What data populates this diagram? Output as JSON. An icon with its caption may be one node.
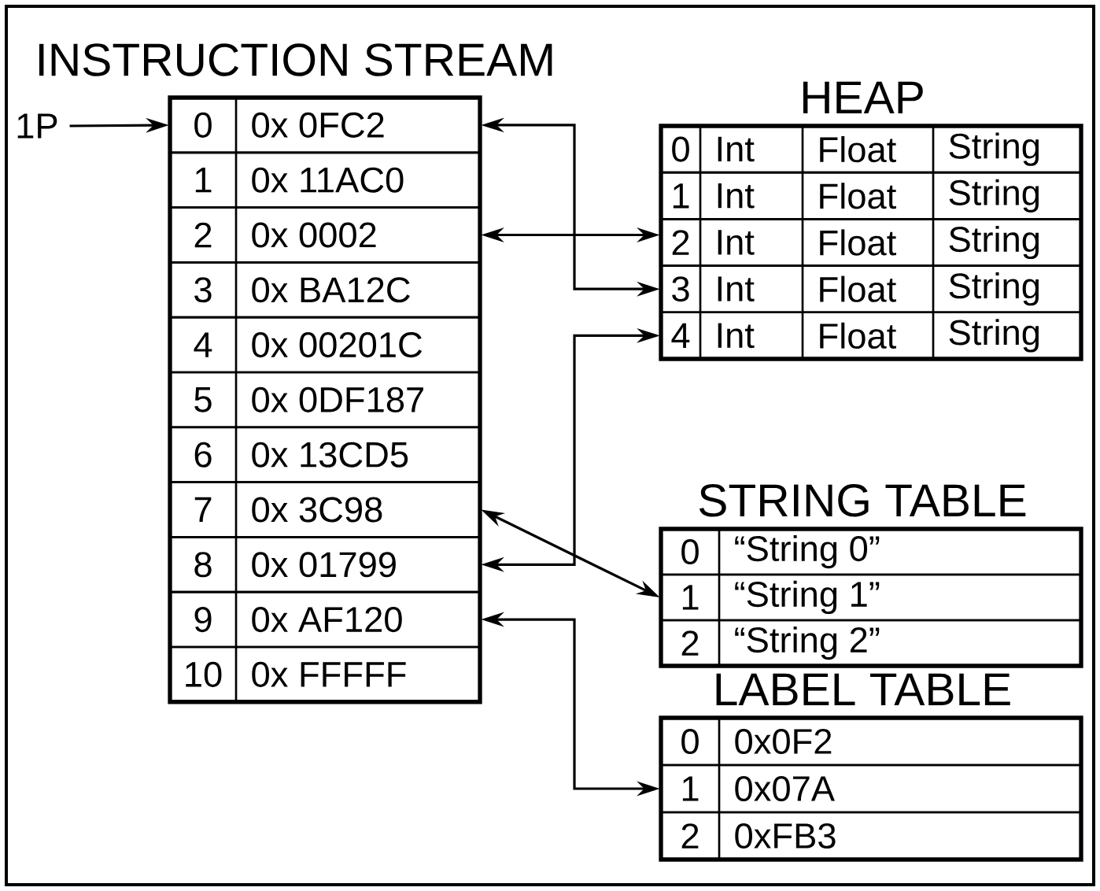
{
  "diagram": {
    "nodes": [
      {
        "text": [
          "INSTRUCTION STREAM"
        ]
      },
      {
        "text": [
          "0",
          "0x 0FC2"
        ],
        "in": 0
      },
      {
        "text": [
          "1",
          "0x 11AC0"
        ],
        "in": 0
      },
      {
        "text": [
          "2",
          "0x 0002"
        ],
        "in": 0
      },
      {
        "text": [
          "3",
          "0x BA12C"
        ],
        "in": 0
      },
      {
        "text": [
          "4",
          "0x 00201C"
        ],
        "in": 0
      },
      {
        "text": [
          "5",
          "0x 0DF187"
        ],
        "in": 0
      },
      {
        "text": [
          "6",
          "0x 13CD5"
        ],
        "in": 0
      },
      {
        "text": [
          "7",
          "0x 3C98"
        ],
        "in": 0
      },
      {
        "text": [
          "8",
          "0x 01799"
        ],
        "in": 0
      },
      {
        "text": [
          "9",
          "0x AF120"
        ],
        "in": 0
      },
      {
        "text": [
          "10",
          "0x FFFFF"
        ],
        "in": 0
      },
      {
        "text": [
          "1P"
        ]
      },
      {
        "text": [
          "HEAP"
        ]
      },
      {
        "text": [
          "0",
          "Int",
          "Float",
          "String"
        ],
        "in": 13
      },
      {
        "text": [
          "1",
          "Int",
          "Float",
          "String"
        ],
        "in": 13
      },
      {
        "text": [
          "2",
          "Int",
          "Float",
          "String"
        ],
        "in": 13
      },
      {
        "text": [
          "3",
          "Int",
          "Float",
          "String"
        ],
        "in": 13
      },
      {
        "text": [
          "4",
          "Int",
          "Float",
          "String"
        ],
        "in": 13
      },
      {
        "text": [
          "STRING TABLE"
        ]
      },
      {
        "text": [
          "0",
          "“String 0”"
        ],
        "in": 19
      },
      {
        "text": [
          "1",
          "“String 1”"
        ],
        "in": 19
      },
      {
        "text": [
          "2",
          "“String 2”"
        ],
        "in": 19
      },
      {
        "text": [
          "LABEL TABLE"
        ]
      },
      {
        "text": [
          "0",
          "0x0F2"
        ],
        "in": 23
      },
      {
        "text": [
          "1",
          "0x07A"
        ],
        "in": 23
      },
      {
        "text": [
          "2",
          "0xFB3"
        ],
        "in": 23
      }
    ],
    "edges": [
      {
        "from": 12,
        "to": 1,
        "arrow": "to"
      },
      {
        "from": 1,
        "to": 17,
        "arrow": "both"
      },
      {
        "from": 3,
        "to": 16,
        "arrow": "both"
      },
      {
        "from": 9,
        "to": 18,
        "arrow": "both"
      },
      {
        "from": 8,
        "to": 21,
        "arrow": "both"
      },
      {
        "from": 10,
        "to": 25,
        "arrow": "both"
      }
    ]
  }
}
